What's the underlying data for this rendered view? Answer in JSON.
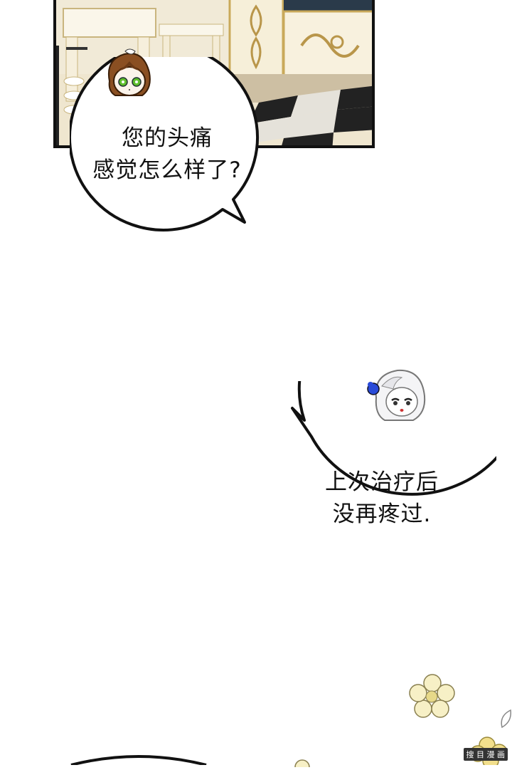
{
  "bubbles": [
    {
      "lines": [
        "您的头痛",
        "感觉怎么样了?"
      ]
    },
    {
      "lines": [
        "上次治疗后",
        "没再疼过."
      ]
    }
  ],
  "watermark": "搜 目 漫 画",
  "colors": {
    "ink": "#111111",
    "background": "#ffffff",
    "panel_bg": "#f3ecd9",
    "flower": "#f3e7a8",
    "hair_brown": "#8a4f22",
    "eyes_green": "#5fbf2c",
    "ribbon_blue": "#2a4bd8"
  }
}
